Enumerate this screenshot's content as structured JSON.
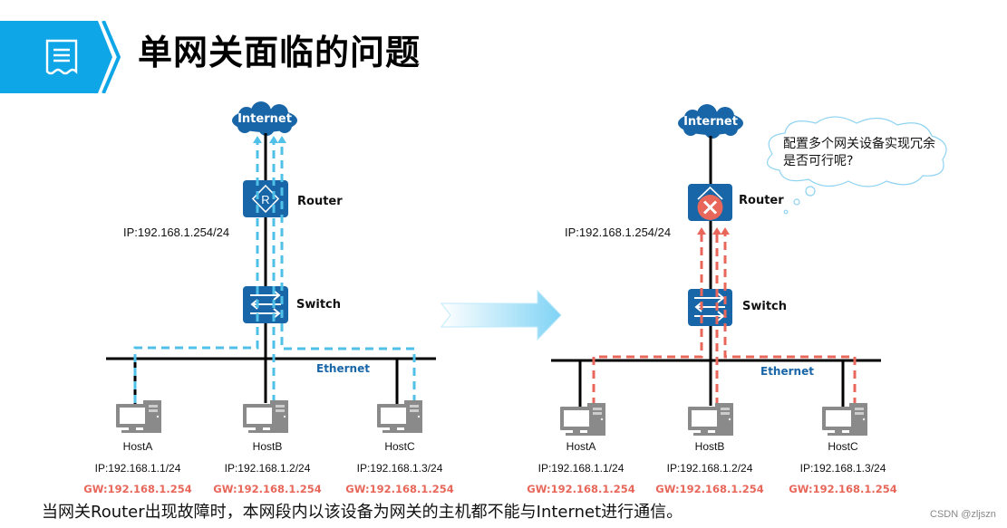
{
  "header": {
    "title": "单网关面临的问题",
    "icon": "document-list-icon",
    "banner_color": "#0fa6e8"
  },
  "colors": {
    "device_blue": "#1866a8",
    "normal_path": "#4fc1e9",
    "failed_path": "#e8675a",
    "gateway_text": "#e8675a",
    "ethernet_text": "#1866a8"
  },
  "left_diagram": {
    "cloud_label": "Internet",
    "router_label": "Router",
    "router_ip": "IP:192.168.1.254/24",
    "switch_label": "Switch",
    "ethernet_label": "Ethernet",
    "hosts": [
      {
        "name": "HostA",
        "ip": "IP:192.168.1.1/24",
        "gw": "GW:192.168.1.254"
      },
      {
        "name": "HostB",
        "ip": "IP:192.168.1.2/24",
        "gw": "GW:192.168.1.254"
      },
      {
        "name": "HostC",
        "ip": "IP:192.168.1.3/24",
        "gw": "GW:192.168.1.254"
      }
    ]
  },
  "right_diagram": {
    "cloud_label": "Internet",
    "router_label": "Router",
    "router_status": "failed",
    "router_ip": "IP:192.168.1.254/24",
    "switch_label": "Switch",
    "ethernet_label": "Ethernet",
    "thought_bubble": "配置多个网关设备实现冗余是否可行呢?",
    "hosts": [
      {
        "name": "HostA",
        "ip": "IP:192.168.1.1/24",
        "gw": "GW:192.168.1.254"
      },
      {
        "name": "HostB",
        "ip": "IP:192.168.1.2/24",
        "gw": "GW:192.168.1.254"
      },
      {
        "name": "HostC",
        "ip": "IP:192.168.1.3/24",
        "gw": "GW:192.168.1.254"
      }
    ]
  },
  "caption": "当网关Router出现故障时，本网段内以该设备为网关的主机都不能与Internet进行通信。",
  "watermark": "CSDN @zljszn"
}
